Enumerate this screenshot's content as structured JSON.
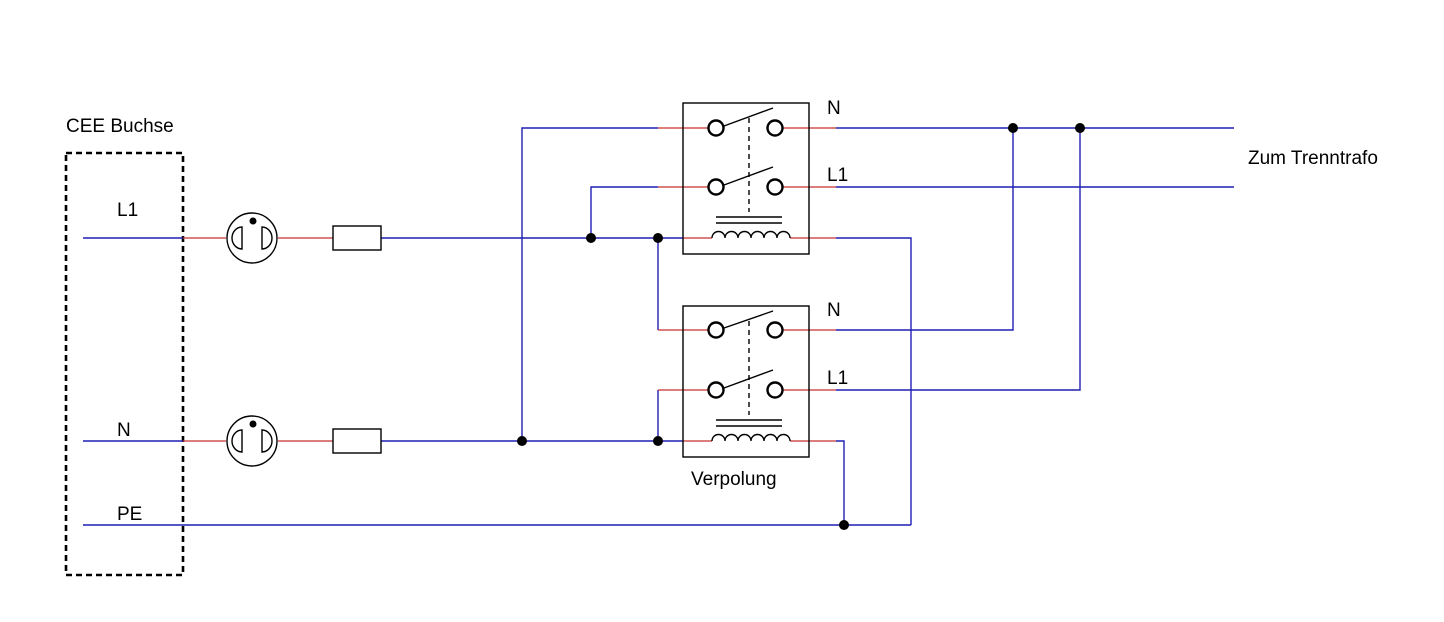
{
  "labels": {
    "socket_title": "CEE Buchse",
    "l1": "L1",
    "n": "N",
    "pe": "PE",
    "relay_top_n": "N",
    "relay_top_l1": "L1",
    "relay_bottom_n": "N",
    "relay_bottom_l1": "L1",
    "relay_caption": "Verpolung",
    "output": "Zum Trenntrafo"
  },
  "colors": {
    "wire": "#1f1fb4",
    "lead": "#c83232",
    "outline": "#000000"
  }
}
